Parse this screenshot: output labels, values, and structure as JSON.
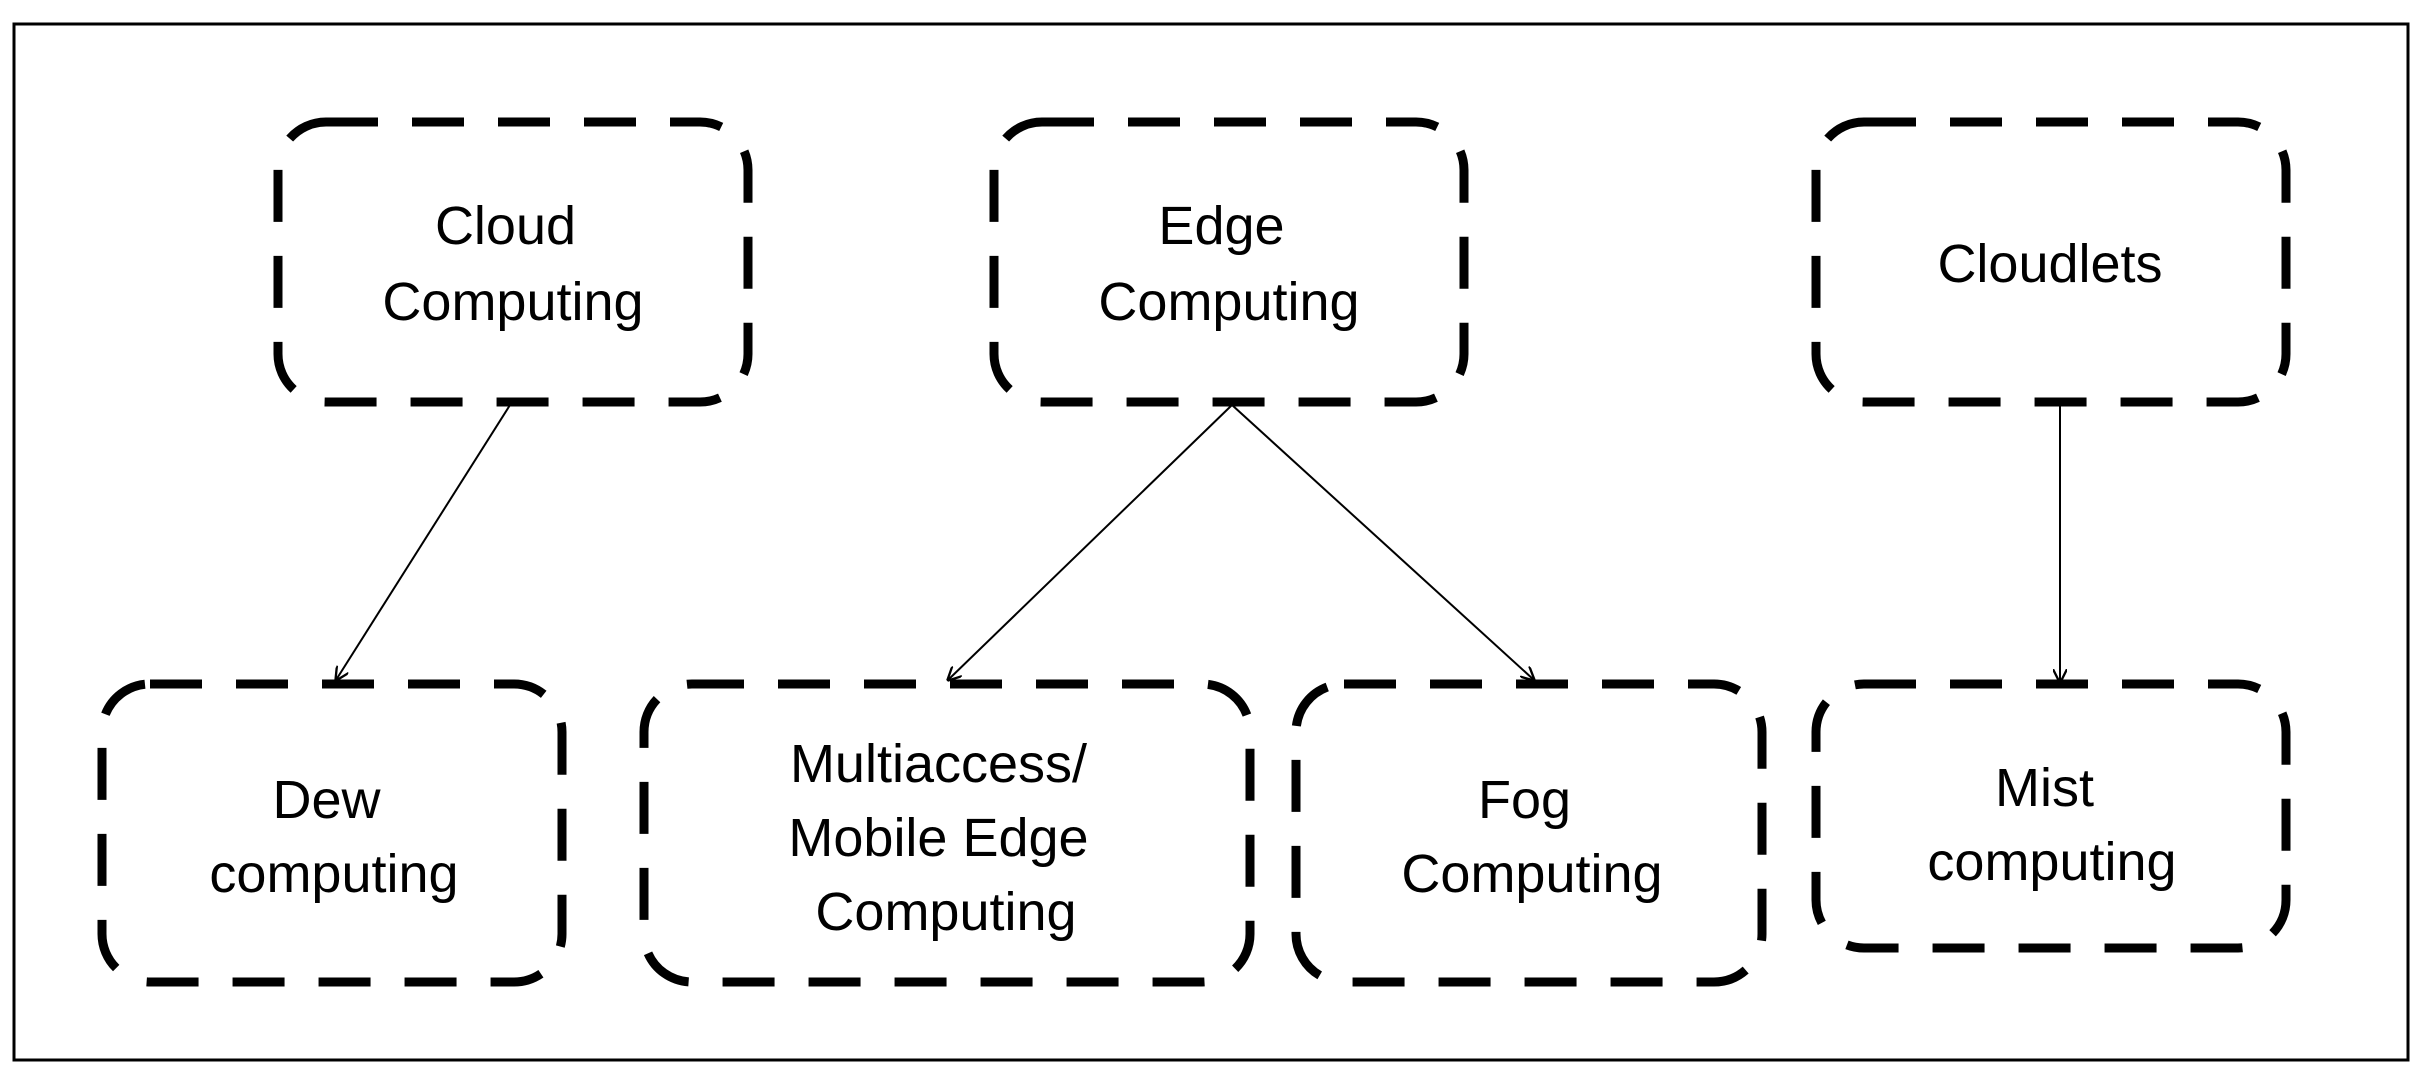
{
  "diagram": {
    "colors": {
      "background": "#ffffff",
      "stroke": "#000000"
    },
    "nodes": [
      {
        "id": "cloud",
        "lines": [
          "Cloud",
          "Computing"
        ]
      },
      {
        "id": "edge",
        "lines": [
          "Edge",
          "Computing"
        ]
      },
      {
        "id": "cloudlets",
        "lines": [
          "Cloudlets"
        ]
      },
      {
        "id": "dew",
        "lines": [
          "Dew",
          "computing"
        ]
      },
      {
        "id": "mec",
        "lines": [
          "Multiaccess/",
          "Mobile Edge",
          "Computing"
        ]
      },
      {
        "id": "fog",
        "lines": [
          "Fog",
          "Computing"
        ]
      },
      {
        "id": "mist",
        "lines": [
          "Mist",
          "computing"
        ]
      }
    ],
    "edges": [
      {
        "from": "cloud",
        "to": "dew"
      },
      {
        "from": "edge",
        "to": "mec"
      },
      {
        "from": "edge",
        "to": "fog"
      },
      {
        "from": "cloudlets",
        "to": "mist"
      }
    ]
  }
}
